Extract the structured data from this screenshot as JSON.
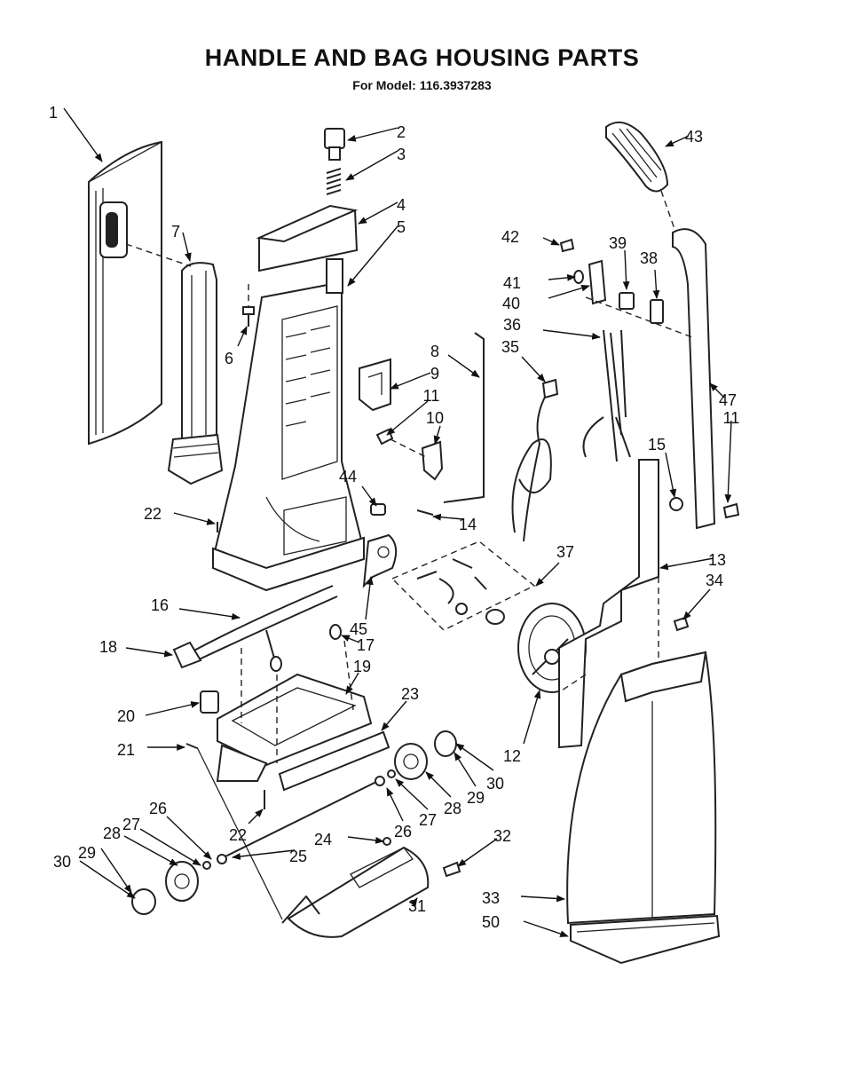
{
  "header": {
    "title": "HANDLE AND BAG HOUSING PARTS",
    "subtitle": "For Model: 116.3937283"
  },
  "callouts": [
    "1",
    "2",
    "3",
    "4",
    "5",
    "6",
    "7",
    "8",
    "9",
    "10",
    "11",
    "11",
    "12",
    "13",
    "14",
    "15",
    "16",
    "17",
    "18",
    "19",
    "20",
    "21",
    "22",
    "22",
    "23",
    "24",
    "25",
    "26",
    "26",
    "27",
    "27",
    "28",
    "28",
    "29",
    "29",
    "30",
    "30",
    "31",
    "32",
    "33",
    "34",
    "35",
    "36",
    "37",
    "38",
    "39",
    "40",
    "41",
    "42",
    "43",
    "44",
    "45",
    "47",
    "50"
  ]
}
